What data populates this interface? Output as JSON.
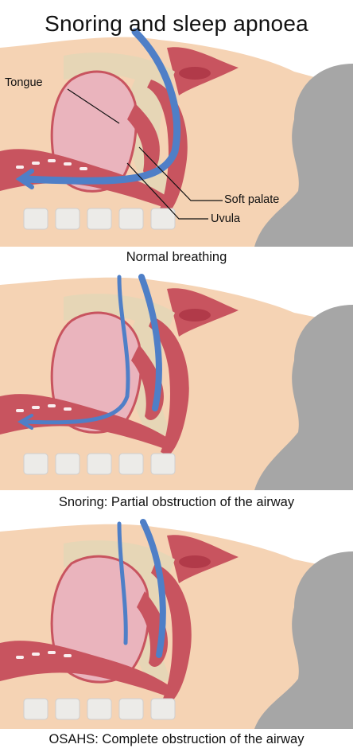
{
  "title": "Snoring and sleep apnoea",
  "labels": {
    "tongue": "Tongue",
    "soft_palate": "Soft palate",
    "uvula": "Uvula"
  },
  "panels": [
    {
      "caption": "Normal breathing"
    },
    {
      "caption": "Snoring: Partial obstruction of the airway"
    },
    {
      "caption": "OSAHS: Complete obstruction of the airway"
    }
  ],
  "colors": {
    "skin": "#f5d3b4",
    "pillow": "#a6a6a6",
    "tissue": "#c8545f",
    "tissue_light": "#eab4bd",
    "bone": "#e6d6b6",
    "airflow": "#4f7fc7"
  }
}
